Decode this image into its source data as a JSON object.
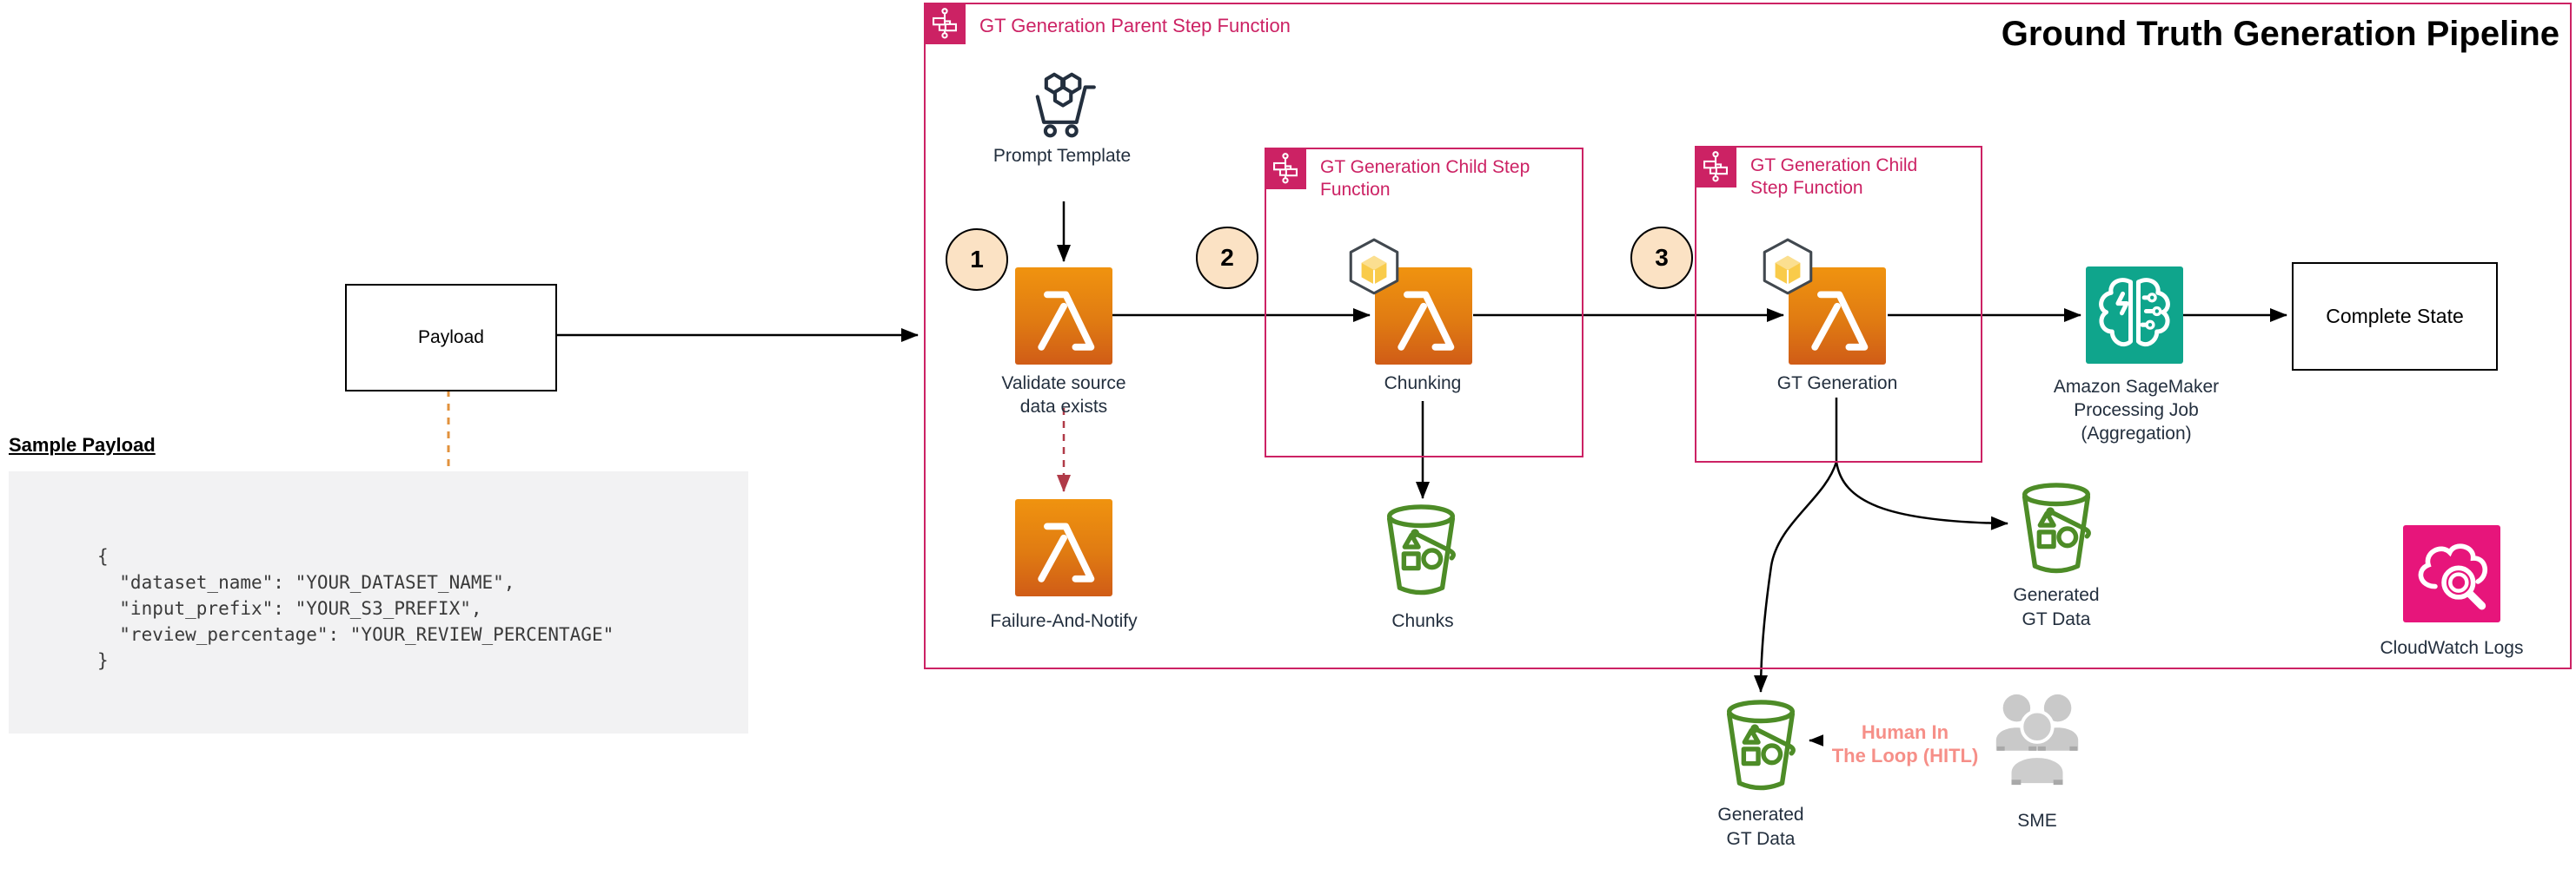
{
  "title": "Ground Truth Generation Pipeline",
  "groups": {
    "parent": {
      "label": "GT Generation Parent Step Function"
    },
    "child1": {
      "label": "GT Generation Child Step\nFunction"
    },
    "child2": {
      "label": "GT Generation Child\nStep Function"
    }
  },
  "steps": [
    "1",
    "2",
    "3"
  ],
  "nodes": {
    "payload": {
      "label": "Payload"
    },
    "prompt_template": {
      "label": "Prompt Template"
    },
    "validate": {
      "label": "Validate source\ndata exists"
    },
    "failure": {
      "label": "Failure-And-Notify"
    },
    "chunking": {
      "label": "Chunking"
    },
    "chunks_bucket": {
      "label": "Chunks"
    },
    "gt_generation": {
      "label": "GT Generation"
    },
    "sagemaker": {
      "label": "Amazon SageMaker\nProcessing Job\n(Aggregation)"
    },
    "complete_state": {
      "label": "Complete State"
    },
    "generated_gt_data_upper": {
      "label": "Generated\nGT Data"
    },
    "cloudwatch": {
      "label": "CloudWatch Logs"
    },
    "generated_gt_data_lower": {
      "label": "Generated\nGT Data"
    },
    "sme": {
      "label": "SME"
    },
    "hitl": {
      "label": "Human In\nThe Loop (HITL)"
    }
  },
  "sample_payload": {
    "heading": "Sample Payload",
    "code": "{\n  \"dataset_name\": \"YOUR_DATASET_NAME\",\n  \"input_prefix\": \"YOUR_S3_PREFIX\",\n  \"review_percentage\": \"YOUR_REVIEW_PERCENTAGE\"\n}"
  },
  "colors": {
    "step_function_pink": "#cc2264",
    "cloudwatch_pink": "#e7157b",
    "lambda_orange": "#e8820e",
    "s3_green": "#4d8c27",
    "sagemaker_teal": "#0fa58c",
    "step_circle_fill": "#fbe2c4",
    "hitl_salmon": "#f68f88",
    "label_navy": "#232f3e",
    "dashed_orange": "#e2923d",
    "dashed_red": "#b03a48"
  }
}
